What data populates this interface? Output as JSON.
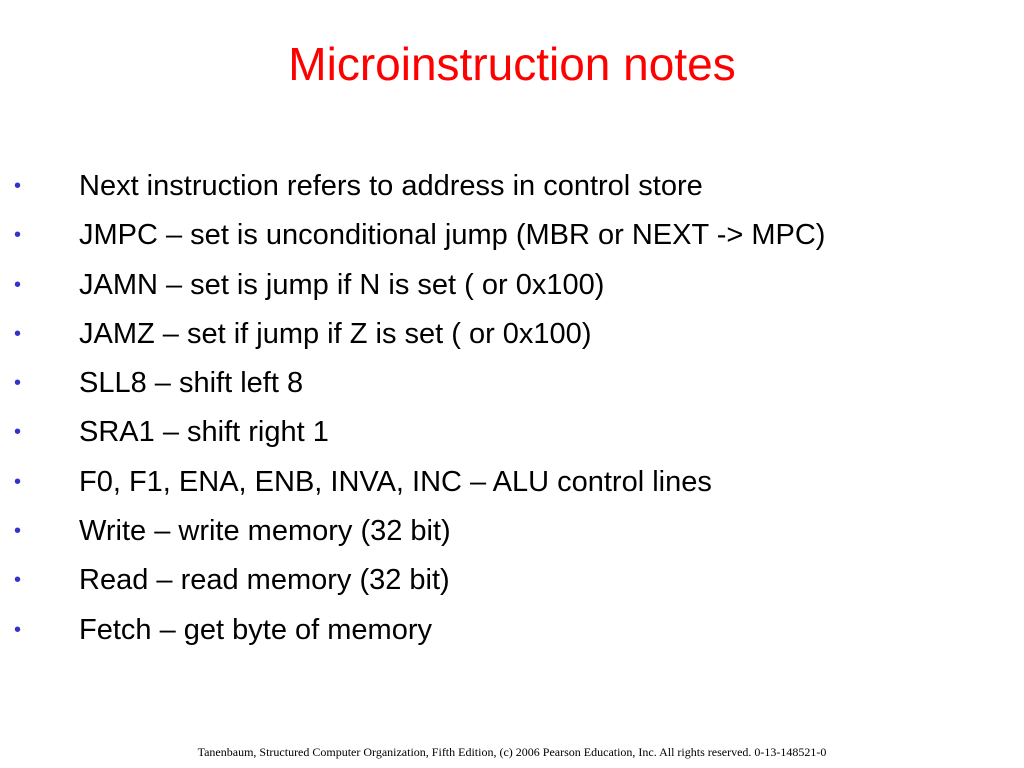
{
  "slide": {
    "title": "Microinstruction notes",
    "bullet_symbol": "•",
    "bullet_color": "#3333cc",
    "title_color": "#ff0000",
    "bullets": [
      "Next instruction refers to address in control store",
      "JMPC – set is unconditional jump (MBR or NEXT -> MPC)",
      "JAMN – set is jump if N is set ( or 0x100)",
      "JAMZ – set if jump if Z is set ( or 0x100)",
      "SLL8 – shift left 8",
      "SRA1 – shift right 1",
      "F0, F1, ENA, ENB, INVA, INC – ALU control lines",
      "Write – write memory (32 bit)",
      "Read – read memory (32 bit)",
      "Fetch – get byte of memory"
    ],
    "footer": "Tanenbaum, Structured Computer Organization, Fifth Edition, (c) 2006 Pearson Education, Inc. All rights reserved. 0-13-148521-0"
  }
}
